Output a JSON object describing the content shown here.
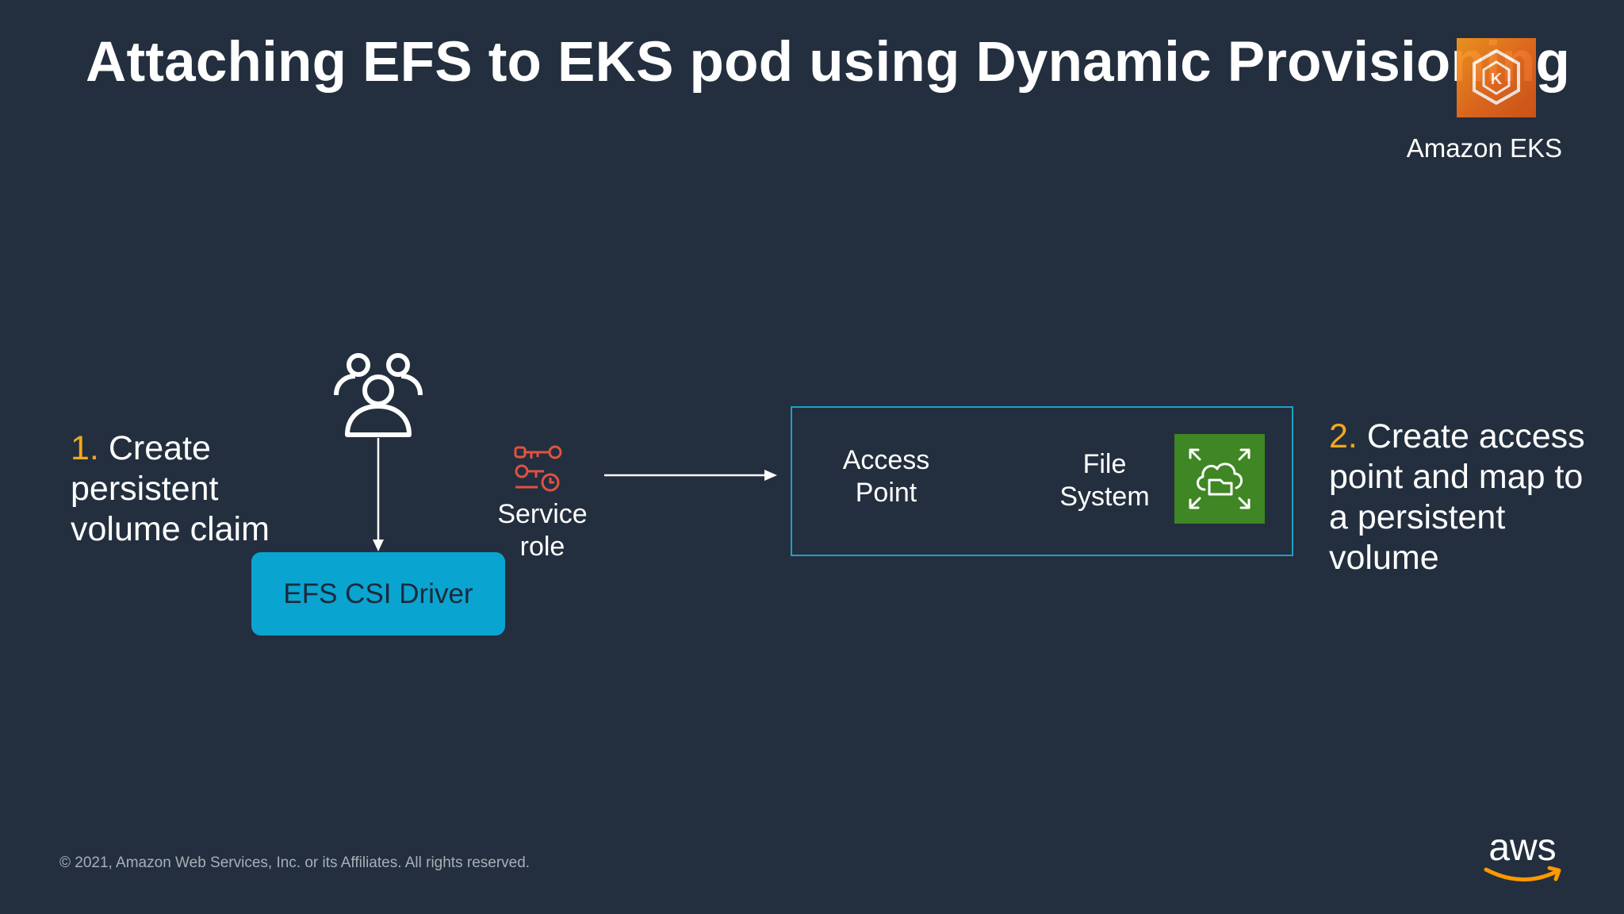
{
  "title": "Attaching EFS to EKS pod using Dynamic Provisioning",
  "eks_badge": {
    "label": "Amazon EKS",
    "icon": "eks-icon",
    "color": "#ed7100"
  },
  "step1": {
    "number": "1.",
    "line1": " Create",
    "line2": "persistent",
    "line3": "volume claim"
  },
  "step2": {
    "number": "2.",
    "line1": " Create access",
    "line2": "point and map to",
    "line3": "a persistent",
    "line4": "volume"
  },
  "nodes": {
    "users": {
      "icon": "users-icon"
    },
    "driver": {
      "label": "EFS CSI Driver",
      "color": "#0aa4d1"
    },
    "service_role": {
      "line1": "Service",
      "line2": "role",
      "icon": "iam-role-icon",
      "color": "#e05243"
    },
    "access_point": {
      "line1": "Access",
      "line2": "Point"
    },
    "file_system": {
      "line1": "File",
      "line2": "System",
      "icon": "efs-icon",
      "color": "#3f8624"
    }
  },
  "footer": {
    "copyright": "© 2021, Amazon Web Services, Inc. or its Affiliates. All rights reserved.",
    "logo": "aws-logo"
  },
  "colors": {
    "background": "#232f3e",
    "accent_number": "#f2a81d",
    "box_border": "#1aa2c9"
  }
}
